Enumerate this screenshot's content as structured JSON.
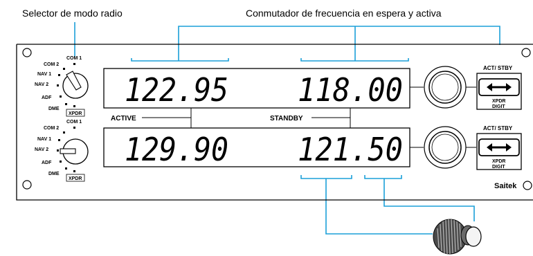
{
  "callouts": {
    "mode_selector": "Selector de modo radio",
    "freq_swap": "Conmutador de frecuencia en espera y activa"
  },
  "selector_labels": {
    "com1": "COM 1",
    "com2": "COM 2",
    "nav1": "NAV 1",
    "nav2": "NAV 2",
    "adf": "ADF",
    "dme": "DME",
    "xpdr": "XPDR"
  },
  "displays": {
    "top_active": "122.95",
    "top_standby": "118.00",
    "bottom_active": "129.90",
    "bottom_standby": "121.50"
  },
  "labels": {
    "active": "ACTIVE",
    "standby": "STANDBY"
  },
  "act_stby_button": {
    "top_label": "ACT/ STBY",
    "bottom_line1": "XPDR",
    "bottom_line2": "DIGIT",
    "arrow_icon": "double-arrow-icon"
  },
  "brand": "Saitek",
  "colors": {
    "callout_line": "#1a9fd8",
    "panel_border": "#000000",
    "display_text": "#000000"
  }
}
